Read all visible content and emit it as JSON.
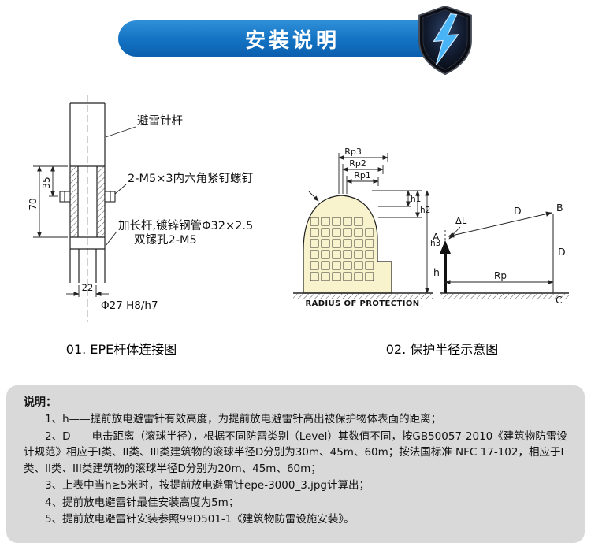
{
  "header": {
    "title": "安装说明"
  },
  "diagrams": {
    "d1": {
      "caption": "01. EPE杆体连接图",
      "labels": {
        "rod": "避雷针杆",
        "screws": "2-M5×3内六角紧钉螺钉",
        "ext_pipe": "加长杆,镀锌钢管Φ32×2.5",
        "ext_holes": "双镙孔2-M5",
        "dim_70": "70",
        "dim_35": "35",
        "dim_22": "22",
        "dim_bore": "Φ27 H8/h7"
      }
    },
    "d2": {
      "caption": "02. 保护半径示意图",
      "labels": {
        "rp3": "Rp3",
        "rp2": "Rp2",
        "rp1": "Rp1",
        "h1": "h1",
        "h2": "h2",
        "h3": "h3",
        "delta_l": "ΔL",
        "a": "A",
        "b": "B",
        "c": "C",
        "d_slant": "D",
        "d_vert": "D",
        "h": "h",
        "rp": "Rp",
        "ground_caption": "RADIUS OF PROTECTION"
      }
    }
  },
  "notes": {
    "title": "说明：",
    "items": [
      "1、h——提前放电避雷针有效高度，为提前放电避雷针高出被保护物体表面的距离；",
      "2、D——电击距离（滚球半径），根据不同防雷类别（Level）其数值不同，按GB50057-2010《建筑物防雷设计规范》相应于I类、II类、III类建筑物的滚球半径D分别为30m、45m、60m；按法国标准 NFC 17-102，相应于I类、II类、III类建筑物的滚球半径D分别为20m、45m、60m；",
      "3、上表中当h≥5米时，按提前放电避雷针epe-3000_3.jpg计算出；",
      "4、提前放电避雷针最佳安装高度为5m；",
      "5、提前放电避雷针安装参照99D501-1《建筑物防雷设施安装》。"
    ]
  }
}
